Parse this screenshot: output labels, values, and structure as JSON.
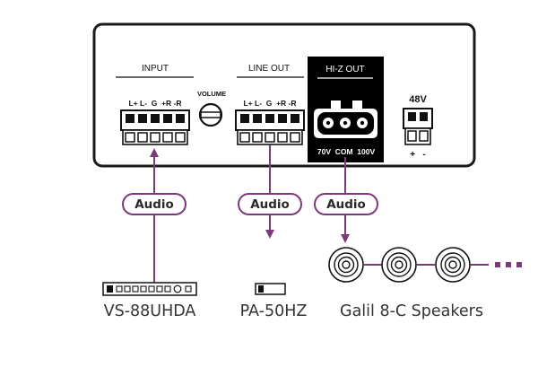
{
  "panel": {
    "input_label": "INPUT",
    "line_out_label": "LINE OUT",
    "hiz_out_label": "HI-Z OUT",
    "volume_label": "VOLUME",
    "power_label": "48V",
    "input_pins": "L+ L-  G  +R -R",
    "line_out_pins": "L+ L-  G  +R -R",
    "hiz_pins": "70V  COM  100V",
    "power_pins": "+   -"
  },
  "connections": [
    {
      "label": "Audio"
    },
    {
      "label": "Audio"
    },
    {
      "label": "Audio"
    }
  ],
  "devices": {
    "source": "VS-88UHDA",
    "amplifier": "PA-50HZ",
    "speakers": "Galil 8-C Speakers"
  },
  "colors": {
    "purple": "#7d3a7a",
    "panel_border": "#1a1a1a",
    "terminal_fill": "#ffffff",
    "hiz_bg": "#000000"
  }
}
